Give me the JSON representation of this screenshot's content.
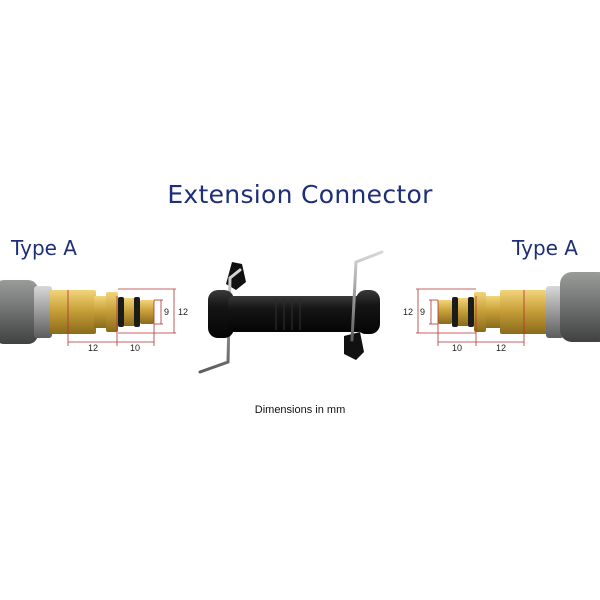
{
  "title": "Extension Connector",
  "caption": "Dimensions in mm",
  "fittings": {
    "left": {
      "label": "Type A",
      "dim_length_1": "12",
      "dim_length_2": "10",
      "dim_inner_dia": "9",
      "dim_outer_dia": "12"
    },
    "right": {
      "label": "Type A",
      "dim_length_1": "10",
      "dim_length_2": "12",
      "dim_inner_dia": "9",
      "dim_outer_dia": "12"
    }
  },
  "colors": {
    "title_blue": "#1e2f78",
    "brass": "#c9a13a",
    "hose_gray": "#6f7270",
    "connector_black": "#141414",
    "dimension_red": "#b03030"
  }
}
